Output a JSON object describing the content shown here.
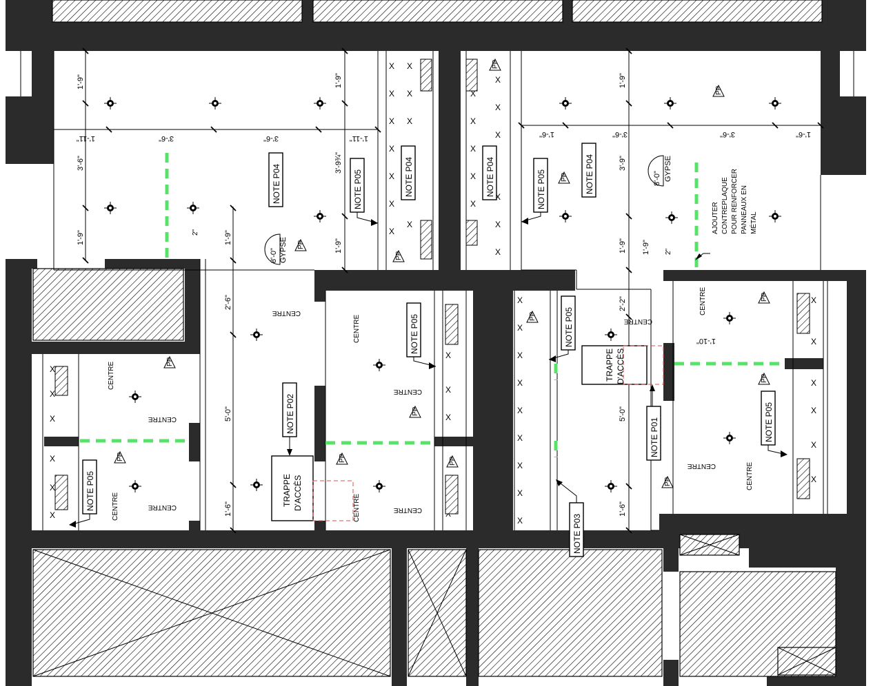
{
  "labels": {
    "note_p04": "NOTE P04",
    "note_p05": "NOTE P05",
    "note_p02": "NOTE P02",
    "note_p01": "NOTE P01",
    "note_p03": "NOTE P03",
    "centre": "CENTRE",
    "trappe": "TRAPPE",
    "acces": "D'ACCÈS",
    "gypse": "GYPSE",
    "pp": "PP",
    "height_8_0": "8'-0\"",
    "ajouter_1": "AJOUTER",
    "ajouter_2": "CONTREPLAQUE",
    "ajouter_3": "POUR RENFORCER",
    "ajouter_4": "PANNEAUX EN",
    "ajouter_5": "MÉTAL"
  },
  "dimensions": {
    "d_1_9": "1'-9\"",
    "d_1_11": "1'-11\"",
    "d_3_6": "3'-6\"",
    "d_3_9_3_4": "3'-9¾\"",
    "d_1_6": "1'-6\"",
    "d_2_6": "2'-6\"",
    "d_5_0": "5'-0\"",
    "d_2_2": "2'-2\"",
    "d_1_10": "1'-10\"",
    "d_3_9": "3'-9\"",
    "d_2": "2\""
  },
  "colors": {
    "wall": "#2b2b2b",
    "green_dash": "#57e36a",
    "red_dash": "#e44b4b"
  }
}
